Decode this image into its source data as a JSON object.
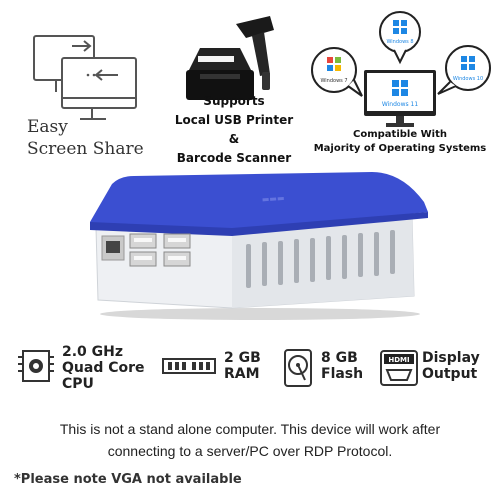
{
  "features": {
    "screen_share": {
      "line1": "Easy",
      "line2": "Screen Share"
    },
    "printer": {
      "line1": "Supports",
      "line2": "Local USB Printer",
      "line3": "&",
      "line4": "Barcode Scanner"
    },
    "os": {
      "line1": "Compatible With",
      "line2": "Majority of Operating Systems",
      "labels": {
        "win7": "Windows 7",
        "win8": "Windows 8",
        "win10": "Windows 10",
        "win11": "Windows 11"
      }
    }
  },
  "specs": {
    "cpu": {
      "line1": "2.0 GHz",
      "line2": "Quad Core",
      "line3": "CPU"
    },
    "ram": {
      "line1": "2 GB",
      "line2": "RAM"
    },
    "flash": {
      "line1": "8 GB",
      "line2": "Flash"
    },
    "display": {
      "badge": "HDMI",
      "line1": "Display",
      "line2": "Output"
    }
  },
  "notes": {
    "line1": "This is not a stand alone computer. This device will work after",
    "line2": "connecting to a server/PC over RDP Protocol.",
    "vga": "*Please note VGA not available"
  },
  "colors": {
    "case_blue": "#3b4fd1",
    "case_white": "#eef0f3",
    "win_blue": "#1d87e4"
  }
}
